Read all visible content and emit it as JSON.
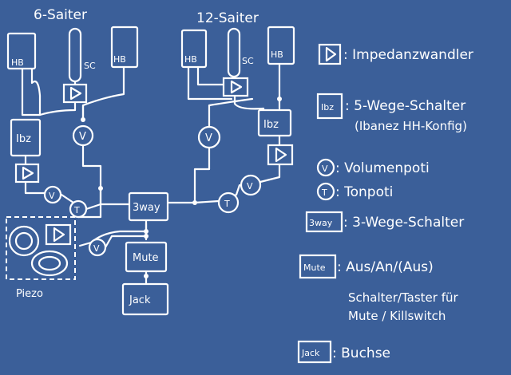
{
  "titles": {
    "six": "6-Saiter",
    "twelve": "12-Saiter"
  },
  "pickups": {
    "hb": "HB",
    "sc": "SC"
  },
  "switch_ibz": "Ibz",
  "switch_3way": "3way",
  "pot_volume": "V",
  "pot_tone": "T",
  "mute": "Mute",
  "jack": "Jack",
  "piezo": "Piezo",
  "legend": {
    "impedance_label": ": Impedanzwandler",
    "ibz_box": "Ibz",
    "ibz_label": ": 5-Wege-Schalter",
    "ibz_sub": "(Ibanez  HH-Konfig)",
    "vol_sym": "V",
    "vol_label": ": Volumenpoti",
    "tone_sym": "T",
    "tone_label": ": Tonpoti",
    "threeway_box": "3way",
    "threeway_label": ": 3-Wege-Schalter",
    "mute_box": "Mute",
    "mute_label": ": Aus/An/(Aus)",
    "mute_sub1": "Schalter/Taster für",
    "mute_sub2": "Mute / Killswitch",
    "jack_box": "Jack",
    "jack_label": ": Buchse"
  }
}
